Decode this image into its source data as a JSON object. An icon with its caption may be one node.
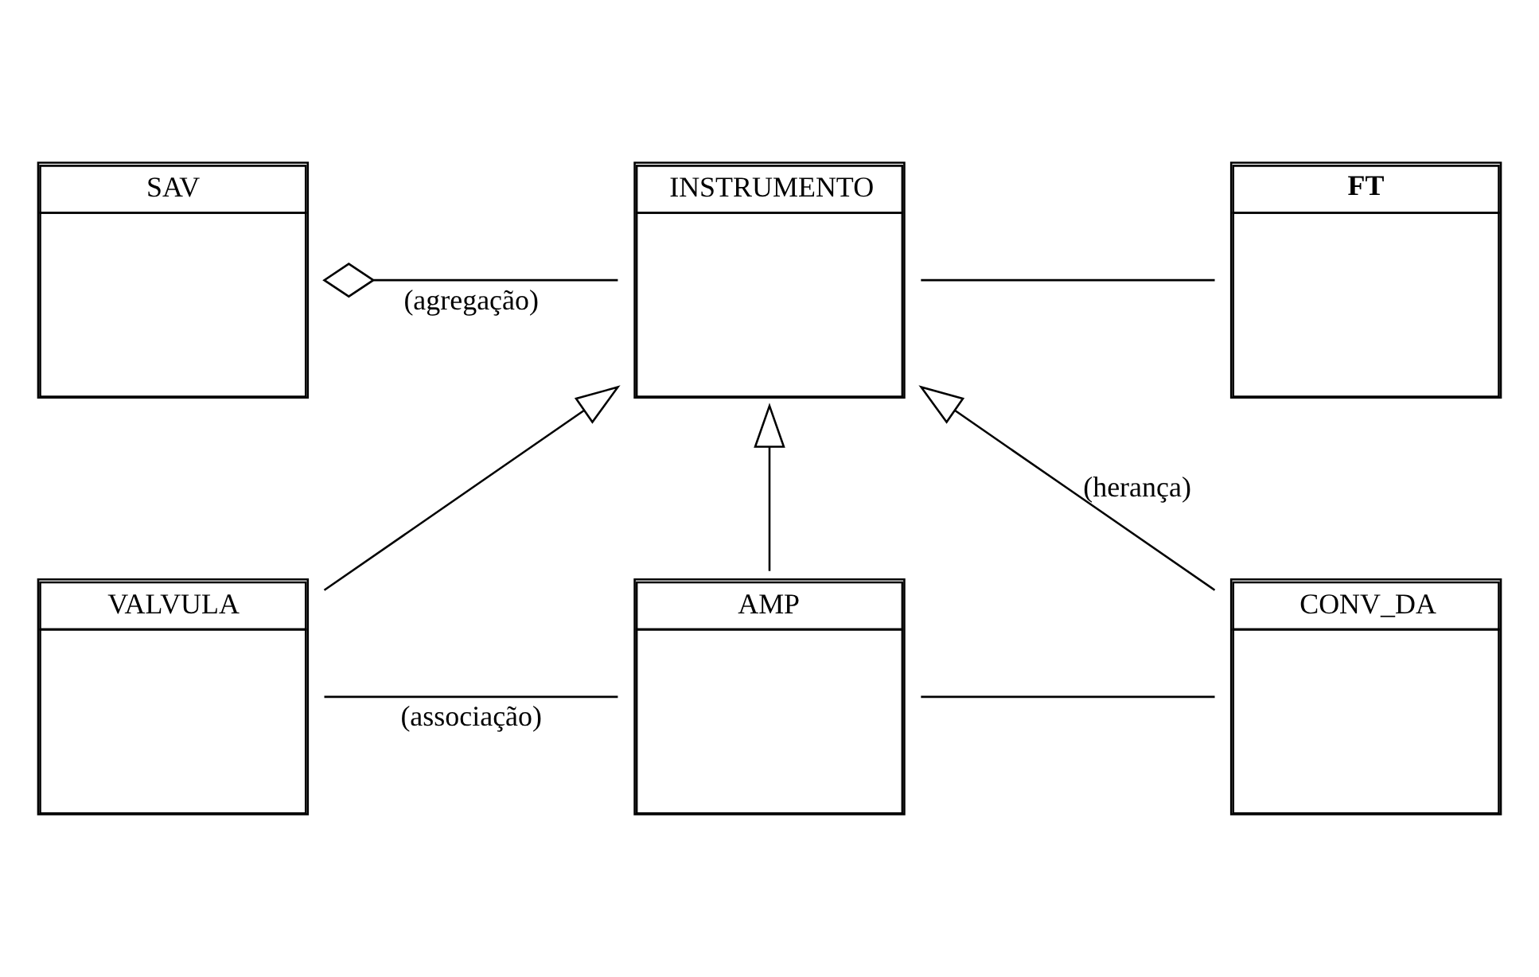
{
  "diagram": {
    "nodes": [
      {
        "text": [
          "SAV"
        ]
      },
      {
        "text": [
          "INSTRUMENTO"
        ]
      },
      {
        "text": [
          "FT"
        ]
      },
      {
        "text": [
          "VALVULA"
        ]
      },
      {
        "text": [
          "AMP"
        ]
      },
      {
        "text": [
          "CONV_DA"
        ]
      }
    ],
    "edges": [
      {
        "from": 0,
        "to": 1,
        "arrow": "other",
        "label": "(agregação)"
      },
      {
        "from": 1,
        "to": 2,
        "arrow": "none"
      },
      {
        "from": 3,
        "to": 1,
        "arrow": "to"
      },
      {
        "from": 4,
        "to": 1,
        "arrow": "to"
      },
      {
        "from": 5,
        "to": 1,
        "arrow": "to",
        "label": "(herança)"
      },
      {
        "from": 3,
        "to": 4,
        "arrow": "none",
        "label": "(associação)"
      },
      {
        "from": 4,
        "to": 5,
        "arrow": "none"
      }
    ]
  }
}
